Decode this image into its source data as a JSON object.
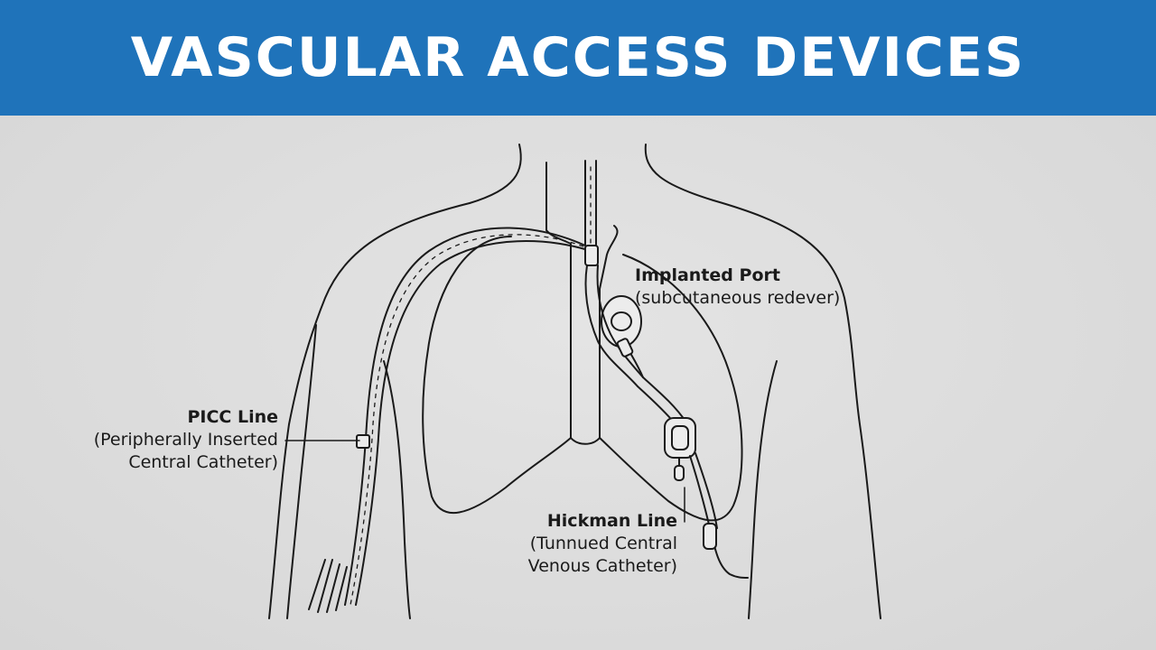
{
  "title": "VASCULAR ACCESS DEVICES",
  "labels": {
    "picc": {
      "title": "PICC Line",
      "line1": "(Peripherally Inserted",
      "line2": "Central Catheter)"
    },
    "port": {
      "title": "Implanted Port",
      "line1": "(subcutaneous redever)"
    },
    "hickman": {
      "title": "Hickman Line",
      "line1": "(Tunnued Central",
      "line2": "Venous Catheter)"
    }
  },
  "colors": {
    "header": "#1f73ba",
    "background": "#dcdcdc",
    "ink": "#1a1a1a"
  }
}
